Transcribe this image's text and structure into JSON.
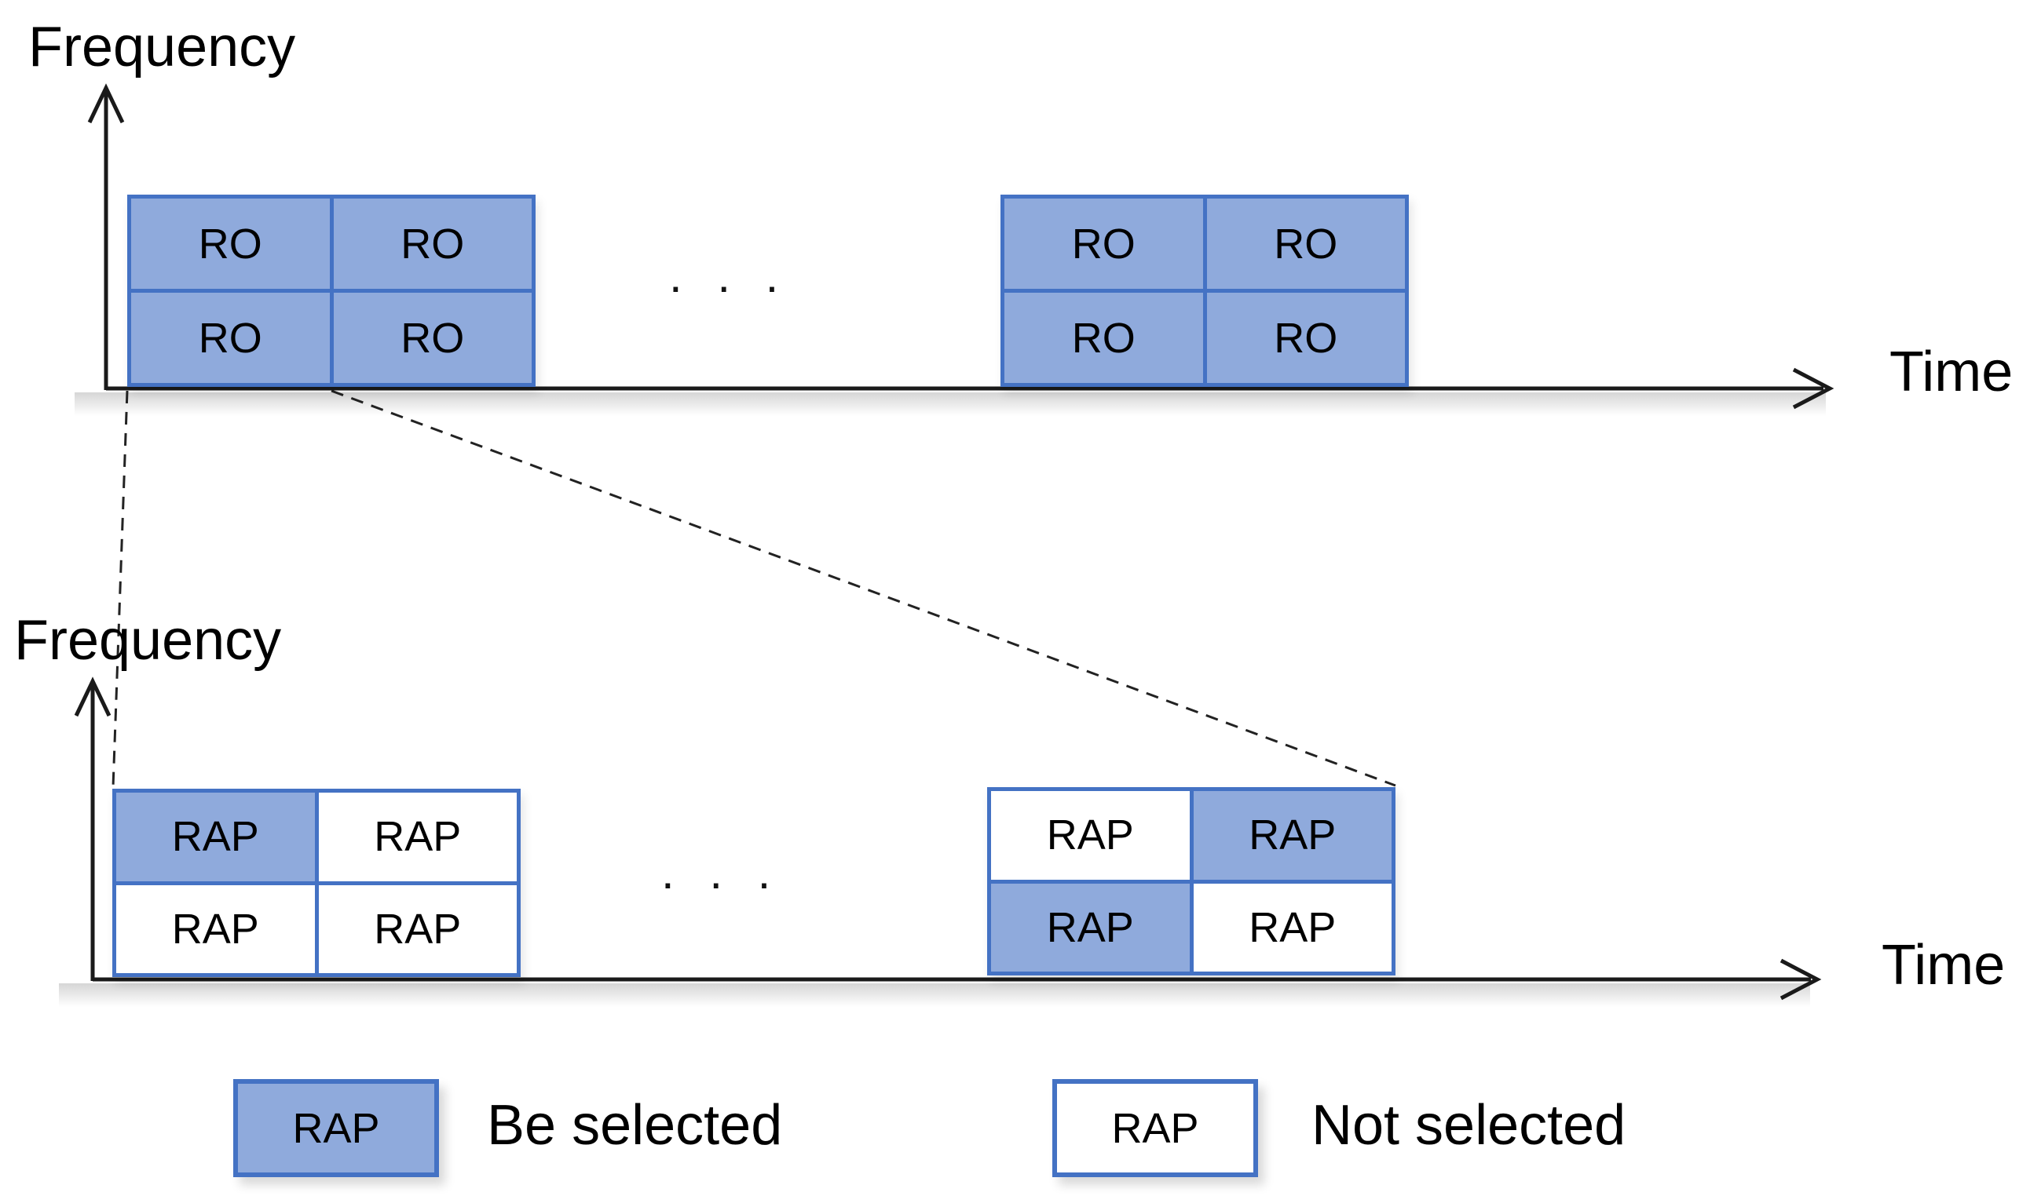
{
  "colors": {
    "selected-fill": "#8FAADC",
    "unselected-fill": "#FFFFFF",
    "border-blue": "#4472C4",
    "axis-black": "#1A1A1A"
  },
  "top_chart": {
    "y_axis_label": "Frequency",
    "x_axis_label": "Time",
    "ellipsis": ". . .",
    "groups": [
      {
        "cells": [
          {
            "label": "RO",
            "selected": true
          },
          {
            "label": "RO",
            "selected": true
          },
          {
            "label": "RO",
            "selected": true
          },
          {
            "label": "RO",
            "selected": true
          }
        ]
      },
      {
        "cells": [
          {
            "label": "RO",
            "selected": true
          },
          {
            "label": "RO",
            "selected": true
          },
          {
            "label": "RO",
            "selected": true
          },
          {
            "label": "RO",
            "selected": true
          }
        ]
      }
    ]
  },
  "bottom_chart": {
    "y_axis_label": "Frequency",
    "x_axis_label": "Time",
    "ellipsis": ". . .",
    "groups": [
      {
        "cells": [
          {
            "label": "RAP",
            "selected": true
          },
          {
            "label": "RAP",
            "selected": false
          },
          {
            "label": "RAP",
            "selected": false
          },
          {
            "label": "RAP",
            "selected": false
          }
        ]
      },
      {
        "cells": [
          {
            "label": "RAP",
            "selected": false
          },
          {
            "label": "RAP",
            "selected": true
          },
          {
            "label": "RAP",
            "selected": true
          },
          {
            "label": "RAP",
            "selected": false
          }
        ]
      }
    ]
  },
  "legend": {
    "selected": {
      "swatch_label": "RAP",
      "label": "Be selected",
      "selected": true
    },
    "not_selected": {
      "swatch_label": "RAP",
      "label": "Not selected",
      "selected": false
    }
  }
}
